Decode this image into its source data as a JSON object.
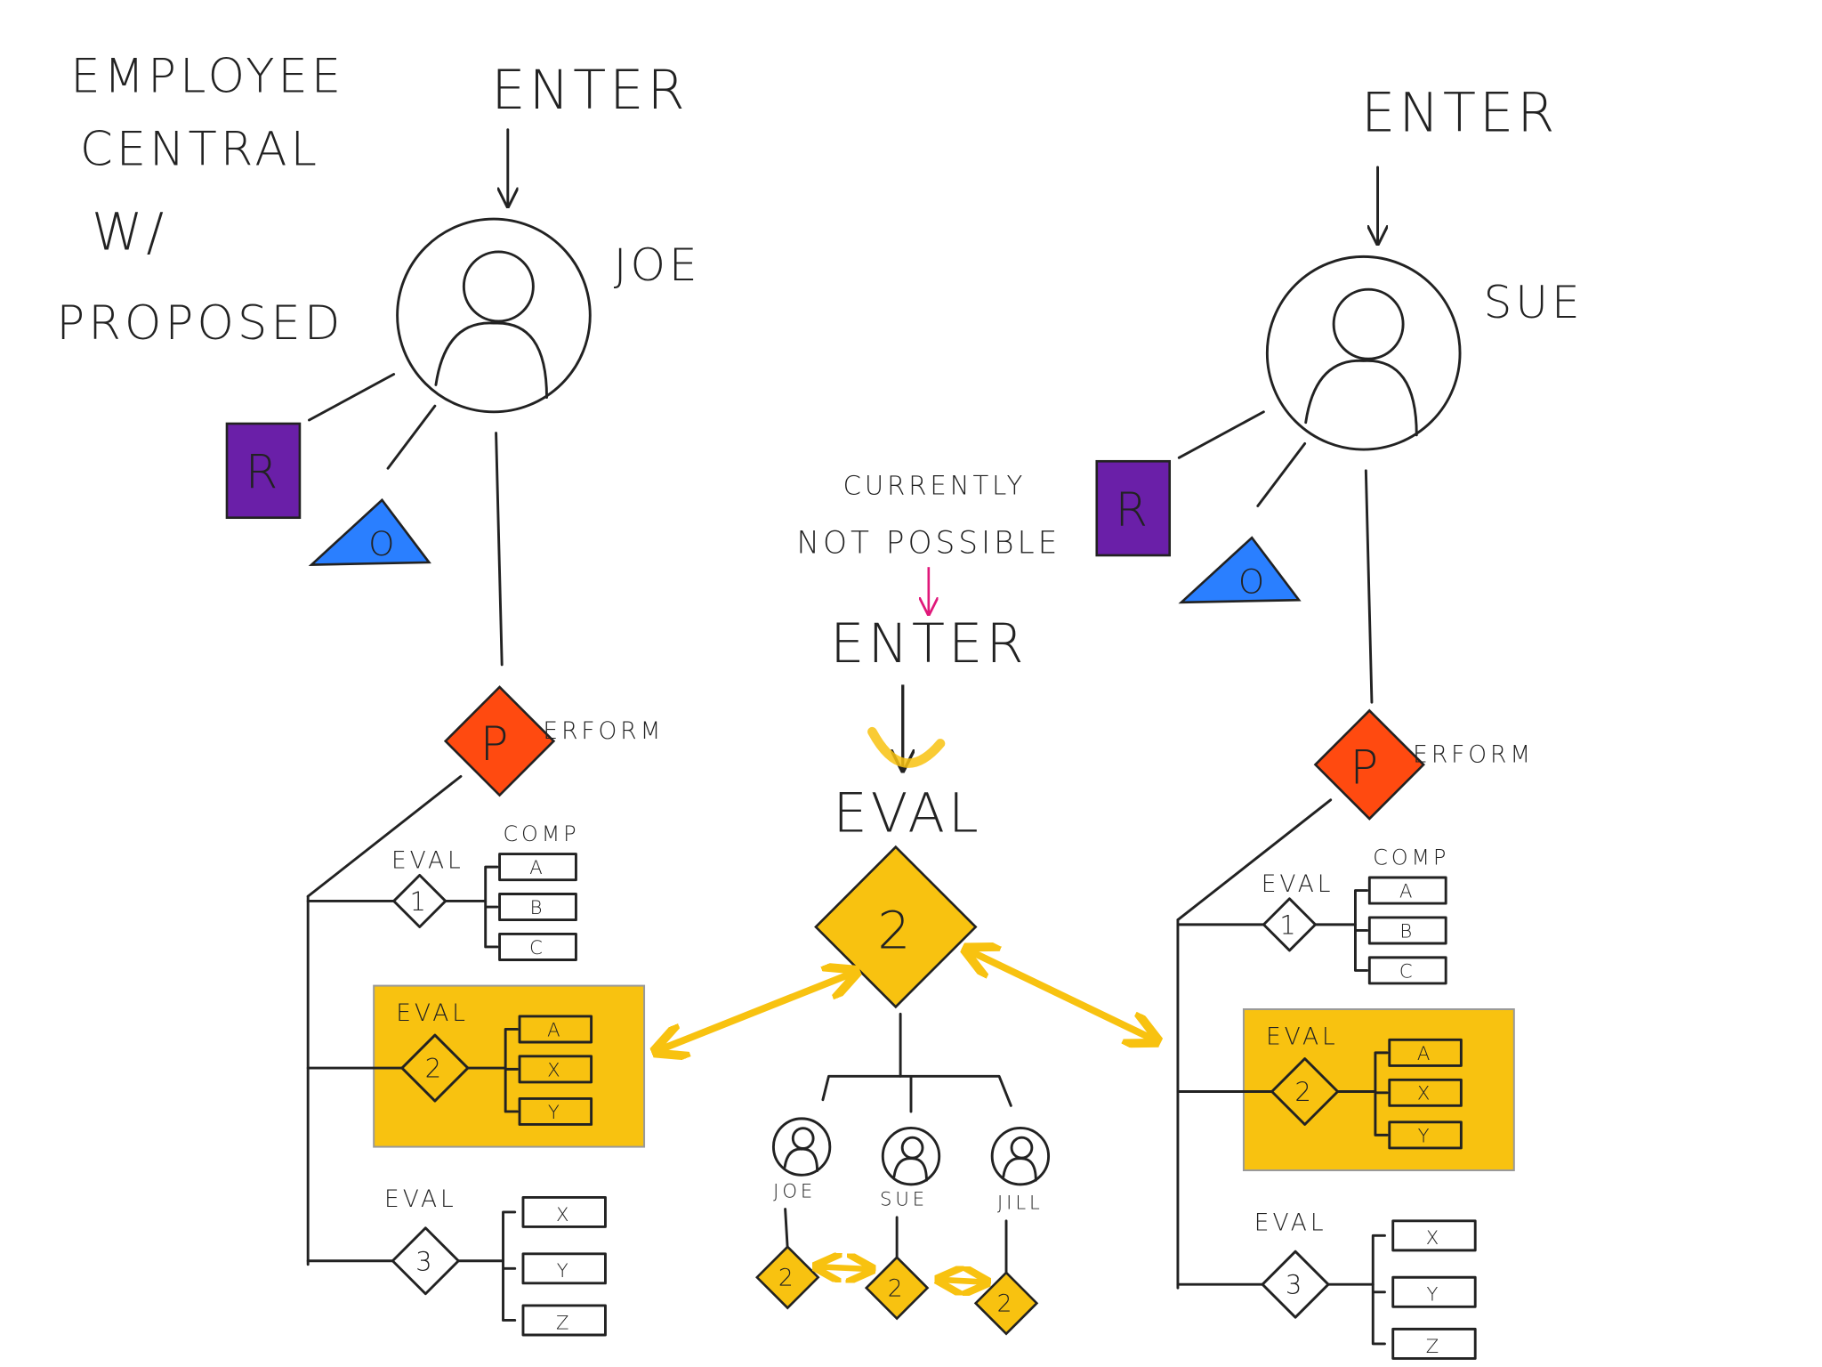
{
  "title": [
    "EMPLOYEE",
    "CENTRAL",
    "W/",
    "PROPOSED"
  ],
  "colors": {
    "role": "#6a1fa8",
    "org": "#2a7fff",
    "perform": "#ff4a10",
    "eval": "#f8c210",
    "note": "#e0187a",
    "ink": "#222222"
  },
  "sides": [
    {
      "enter": "ENTER",
      "name": "JOE",
      "role_letter": "R",
      "org_letter": "O",
      "perform_letter": "P",
      "perform_rest": "ERFORM",
      "comp_label": "COMP",
      "evals": [
        {
          "label": "EVAL",
          "num": "1",
          "boxes": [
            "A",
            "B",
            "C"
          ],
          "highlighted": false
        },
        {
          "label": "EVAL",
          "num": "2",
          "boxes": [
            "A",
            "X",
            "Y"
          ],
          "highlighted": true
        },
        {
          "label": "EVAL",
          "num": "3",
          "boxes": [
            "X",
            "Y",
            "Z"
          ],
          "highlighted": false
        }
      ]
    },
    {
      "enter": "ENTER",
      "name": "SUE",
      "role_letter": "R",
      "org_letter": "O",
      "perform_letter": "P",
      "perform_rest": "ERFORM",
      "comp_label": "COMP",
      "evals": [
        {
          "label": "EVAL",
          "num": "1",
          "boxes": [
            "A",
            "B",
            "C"
          ],
          "highlighted": false
        },
        {
          "label": "EVAL",
          "num": "2",
          "boxes": [
            "A",
            "X",
            "Y"
          ],
          "highlighted": true
        },
        {
          "label": "EVAL",
          "num": "3",
          "boxes": [
            "X",
            "Y",
            "Z"
          ],
          "highlighted": false
        }
      ]
    }
  ],
  "center": {
    "note": [
      "CURRENTLY",
      "NOT POSSIBLE"
    ],
    "enter": "ENTER",
    "eval": "EVAL",
    "num": "2",
    "people": [
      {
        "name": "JOE",
        "num": "2"
      },
      {
        "name": "SUE",
        "num": "2"
      },
      {
        "name": "JILL",
        "num": "2"
      }
    ]
  }
}
